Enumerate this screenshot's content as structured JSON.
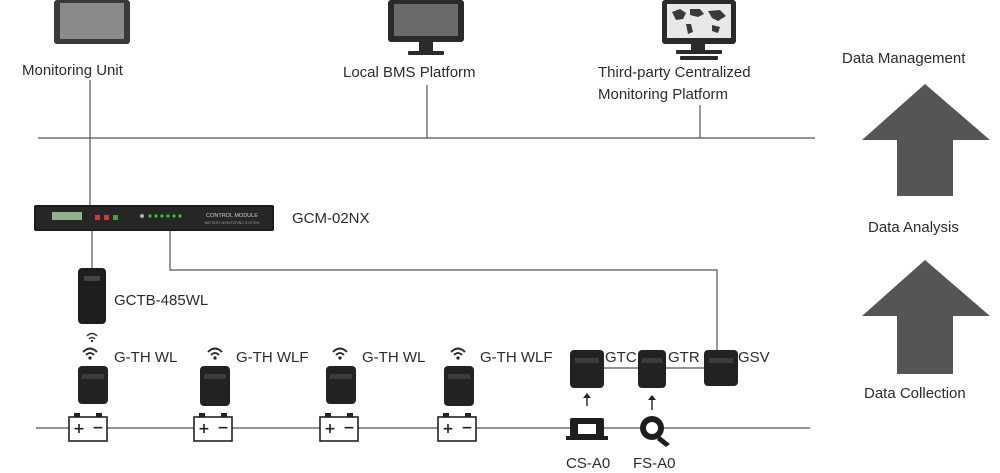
{
  "labels": {
    "monitoring_unit": "Monitoring Unit",
    "local_bms": "Local BMS Platform",
    "third_party_line1": "Third-party Centralized",
    "third_party_line2": "Monitoring Platform",
    "control_module": "GCM-02NX",
    "gateway": "GCTB-485WL",
    "sensor1": "G-TH WL",
    "sensor2": "G-TH WLF",
    "sensor3": "G-TH WL",
    "sensor4": "G-TH WLF",
    "gtc": "GTC",
    "gtr": "GTR",
    "gsv": "GSV",
    "cs": "CS-A0",
    "fs": "FS-A0",
    "control_module_face": "CONTROL MODULE",
    "control_module_face_sub": "BATTERY MONITORING SYSTEM"
  },
  "stages": {
    "management": "Data Management",
    "analysis": "Data Analysis",
    "collection": "Data Collection"
  },
  "colors": {
    "line": "#555555",
    "arrow": "#555555",
    "device": "#2a2a2a"
  }
}
